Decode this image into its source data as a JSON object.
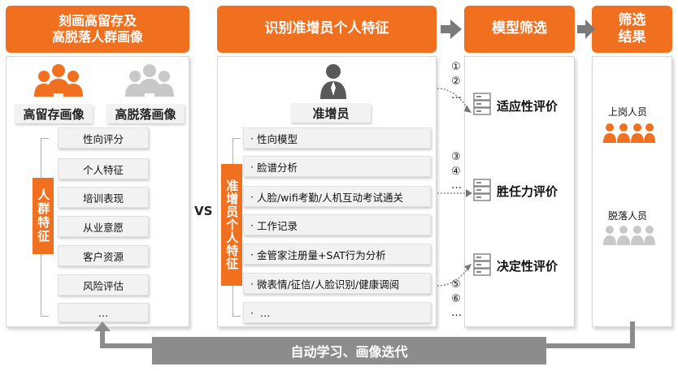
{
  "headers": {
    "portrait": "刻画高留存及\n高脱落人群画像",
    "identify": "识别准增员个人特征",
    "model": "模型筛选",
    "result": "筛选\n结果"
  },
  "portrait": {
    "retain_label": "高留存画像",
    "drop_label": "高脱落画像",
    "group_label": "人群特征",
    "features": [
      "性向评分",
      "个人特征",
      "培训表现",
      "从业意愿",
      "客户资源",
      "风险评估",
      "…"
    ]
  },
  "vs_label": "VS",
  "candidate": {
    "title": "准增员",
    "group_label": "准增员个人特征",
    "features": [
      "性向模型",
      "脸谱分析",
      "人脸/wifi考勤/人机互动考试通关",
      "工作记录",
      "金管家注册量+SAT行为分析",
      "微表情/征信/人脸识别/健康调阅",
      "…"
    ]
  },
  "model": {
    "numbers": [
      "①",
      "②",
      "…",
      "③",
      "④",
      "…",
      "⑤",
      "⑥",
      "…"
    ],
    "evals": [
      "适应性评价",
      "胜任力评价",
      "决定性评价"
    ]
  },
  "result": {
    "hired": "上岗人员",
    "dropped": "脱落人员"
  },
  "bottom_bar": "自动学习、画像迭代",
  "colors": {
    "accent": "#f07020",
    "gray": "#8c8c8c",
    "light_gray": "#c8c8c8"
  }
}
